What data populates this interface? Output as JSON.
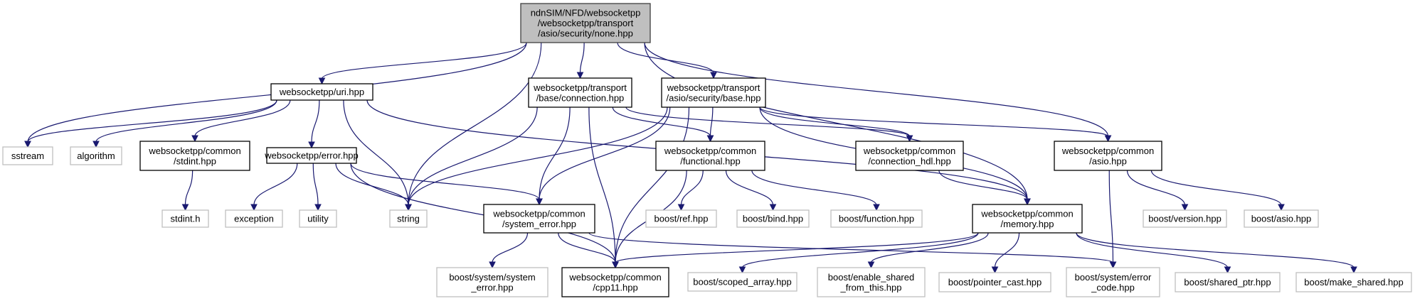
{
  "title": "Include dependency graph for none.hpp",
  "colors": {
    "edge": "#191970",
    "root_fill": "#bfbfbf",
    "root_stroke": "#404040",
    "documented_stroke": "#000000",
    "external_stroke": "#bfbfbf",
    "node_fill": "#ffffff"
  },
  "nodes": [
    {
      "id": "root",
      "kind": "root",
      "lines": [
        "ndnSIM/NFD/websocketpp",
        "/websocketpp/transport",
        "/asio/security/none.hpp"
      ]
    },
    {
      "id": "uri",
      "kind": "documented",
      "lines": [
        "websocketpp/uri.hpp"
      ]
    },
    {
      "id": "base_connection",
      "kind": "documented",
      "lines": [
        "websocketpp/transport",
        "/base/connection.hpp"
      ]
    },
    {
      "id": "security_base",
      "kind": "documented",
      "lines": [
        "websocketpp/transport",
        "/asio/security/base.hpp"
      ]
    },
    {
      "id": "sstream",
      "kind": "external",
      "lines": [
        "sstream"
      ]
    },
    {
      "id": "algorithm",
      "kind": "external",
      "lines": [
        "algorithm"
      ]
    },
    {
      "id": "stdint_hpp",
      "kind": "documented",
      "lines": [
        "websocketpp/common",
        "/stdint.hpp"
      ]
    },
    {
      "id": "error",
      "kind": "documented",
      "lines": [
        "websocketpp/error.hpp"
      ]
    },
    {
      "id": "functional",
      "kind": "documented",
      "lines": [
        "websocketpp/common",
        "/functional.hpp"
      ]
    },
    {
      "id": "connection_hdl",
      "kind": "documented",
      "lines": [
        "websocketpp/common",
        "/connection_hdl.hpp"
      ]
    },
    {
      "id": "asio",
      "kind": "documented",
      "lines": [
        "websocketpp/common",
        "/asio.hpp"
      ]
    },
    {
      "id": "stdint_h",
      "kind": "external",
      "lines": [
        "stdint.h"
      ]
    },
    {
      "id": "exception",
      "kind": "external",
      "lines": [
        "exception"
      ]
    },
    {
      "id": "utility",
      "kind": "external",
      "lines": [
        "utility"
      ]
    },
    {
      "id": "string",
      "kind": "external",
      "lines": [
        "string"
      ]
    },
    {
      "id": "system_error",
      "kind": "documented",
      "lines": [
        "websocketpp/common",
        "/system_error.hpp"
      ]
    },
    {
      "id": "boost_ref",
      "kind": "external",
      "lines": [
        "boost/ref.hpp"
      ]
    },
    {
      "id": "boost_bind",
      "kind": "external",
      "lines": [
        "boost/bind.hpp"
      ]
    },
    {
      "id": "boost_function",
      "kind": "external",
      "lines": [
        "boost/function.hpp"
      ]
    },
    {
      "id": "memory",
      "kind": "documented",
      "lines": [
        "websocketpp/common",
        "/memory.hpp"
      ]
    },
    {
      "id": "boost_version",
      "kind": "external",
      "lines": [
        "boost/version.hpp"
      ]
    },
    {
      "id": "boost_asio",
      "kind": "external",
      "lines": [
        "boost/asio.hpp"
      ]
    },
    {
      "id": "boost_system_error",
      "kind": "external",
      "lines": [
        "boost/system/system",
        "_error.hpp"
      ]
    },
    {
      "id": "cpp11",
      "kind": "documented",
      "lines": [
        "websocketpp/common",
        "/cpp11.hpp"
      ]
    },
    {
      "id": "boost_scoped_array",
      "kind": "external",
      "lines": [
        "boost/scoped_array.hpp"
      ]
    },
    {
      "id": "boost_enable_shared",
      "kind": "external",
      "lines": [
        "boost/enable_shared",
        "_from_this.hpp"
      ]
    },
    {
      "id": "boost_pointer_cast",
      "kind": "external",
      "lines": [
        "boost/pointer_cast.hpp"
      ]
    },
    {
      "id": "boost_error_code",
      "kind": "external",
      "lines": [
        "boost/system/error",
        "_code.hpp"
      ]
    },
    {
      "id": "boost_shared_ptr",
      "kind": "external",
      "lines": [
        "boost/shared_ptr.hpp"
      ]
    },
    {
      "id": "boost_make_shared",
      "kind": "external",
      "lines": [
        "boost/make_shared.hpp"
      ]
    }
  ],
  "edges": [
    [
      "root",
      "uri"
    ],
    [
      "root",
      "sstream"
    ],
    [
      "root",
      "string"
    ],
    [
      "root",
      "base_connection"
    ],
    [
      "root",
      "security_base"
    ],
    [
      "root",
      "memory"
    ],
    [
      "root",
      "asio"
    ],
    [
      "uri",
      "sstream"
    ],
    [
      "uri",
      "algorithm"
    ],
    [
      "uri",
      "stdint_hpp"
    ],
    [
      "uri",
      "error"
    ],
    [
      "uri",
      "string"
    ],
    [
      "uri",
      "memory"
    ],
    [
      "base_connection",
      "string"
    ],
    [
      "base_connection",
      "cpp11"
    ],
    [
      "base_connection",
      "system_error"
    ],
    [
      "base_connection",
      "functional"
    ],
    [
      "base_connection",
      "connection_hdl"
    ],
    [
      "security_base",
      "string"
    ],
    [
      "security_base",
      "system_error"
    ],
    [
      "security_base",
      "functional"
    ],
    [
      "security_base",
      "connection_hdl"
    ],
    [
      "security_base",
      "memory"
    ],
    [
      "security_base",
      "asio"
    ],
    [
      "security_base",
      "cpp11"
    ],
    [
      "stdint_hpp",
      "stdint_h"
    ],
    [
      "error",
      "exception"
    ],
    [
      "error",
      "utility"
    ],
    [
      "error",
      "string"
    ],
    [
      "error",
      "system_error"
    ],
    [
      "error",
      "cpp11"
    ],
    [
      "functional",
      "cpp11"
    ],
    [
      "functional",
      "boost_ref"
    ],
    [
      "functional",
      "boost_bind"
    ],
    [
      "functional",
      "boost_function"
    ],
    [
      "connection_hdl",
      "memory"
    ],
    [
      "asio",
      "boost_version"
    ],
    [
      "asio",
      "boost_asio"
    ],
    [
      "asio",
      "boost_error_code"
    ],
    [
      "system_error",
      "boost_system_error"
    ],
    [
      "system_error",
      "cpp11"
    ],
    [
      "system_error",
      "boost_error_code"
    ],
    [
      "memory",
      "cpp11"
    ],
    [
      "memory",
      "boost_scoped_array"
    ],
    [
      "memory",
      "boost_enable_shared"
    ],
    [
      "memory",
      "boost_pointer_cast"
    ],
    [
      "memory",
      "boost_shared_ptr"
    ],
    [
      "memory",
      "boost_make_shared"
    ]
  ]
}
